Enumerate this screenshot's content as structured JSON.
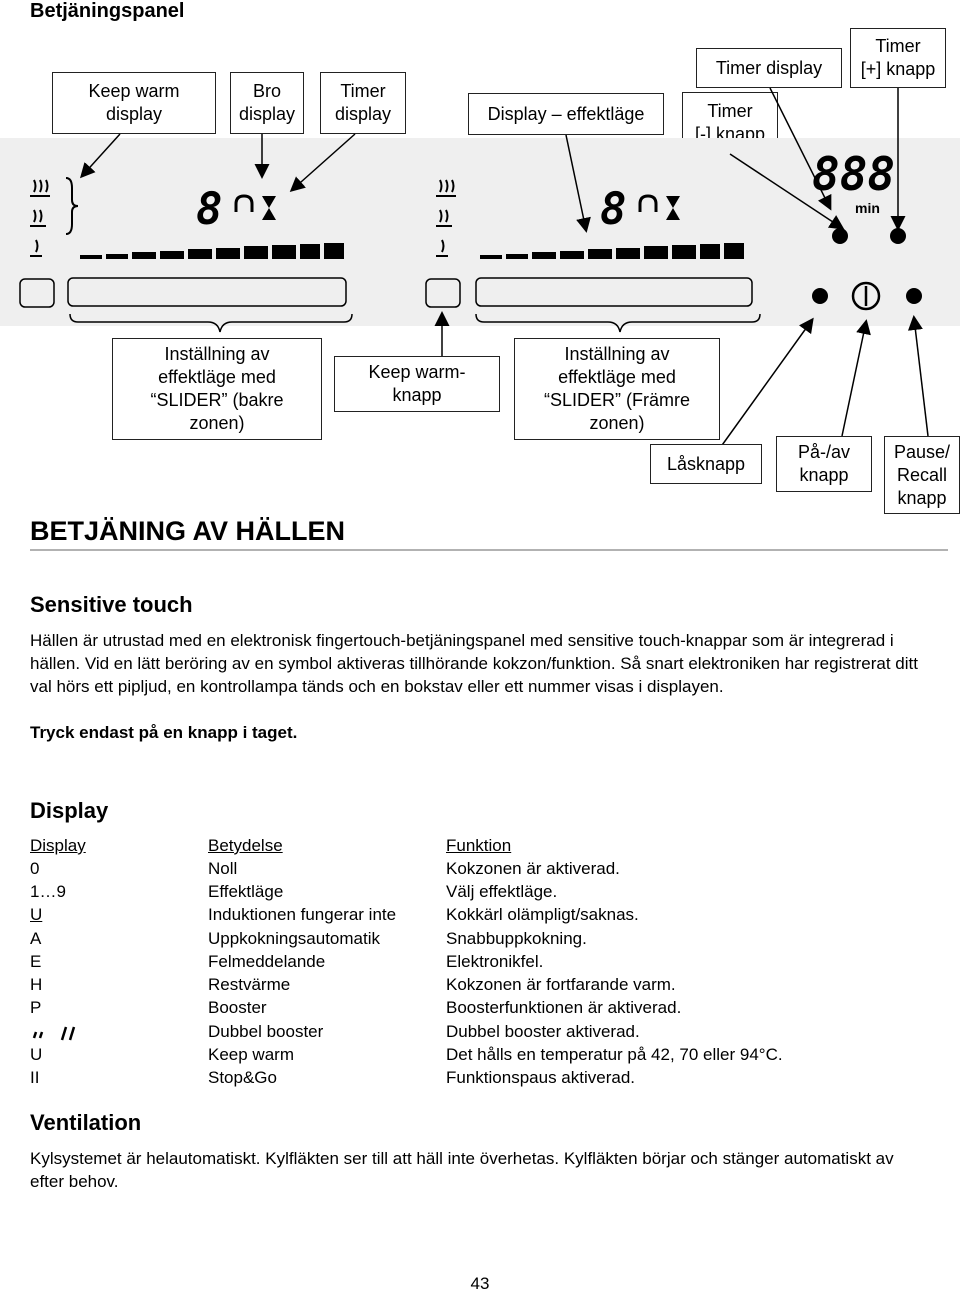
{
  "header": {
    "title": "Betjäningspanel"
  },
  "callouts_top": {
    "keep_warm_display": "Keep warm\ndisplay",
    "bro_display": "Bro\ndisplay",
    "timer_display_left": "Timer\ndisplay",
    "display_effektlage": "Display – effektläge",
    "timer_minus": "Timer\n[-] knapp",
    "timer_display_right": "Timer display",
    "timer_plus": "Timer\n[+] knapp"
  },
  "panel": {
    "timer_unit": "min"
  },
  "callouts_bottom": {
    "slider_back": "Inställning av\neffektläge med\n“SLIDER” (bakre\nzonen)",
    "keep_warm_button": "Keep warm-\nknapp",
    "slider_front": "Inställning av\neffektläge med\n“SLIDER” (Främre\nzonen)",
    "lock_button": "Låsknapp",
    "on_off_button": "På-/av\nknapp",
    "pause_recall": "Pause/\nRecall\nknapp"
  },
  "section_main": {
    "title": "BETJÄNING AV HÄLLEN"
  },
  "sensitive_touch": {
    "title": "Sensitive touch",
    "text": "Hällen är utrustad med en elektronisk fingertouch-betjäningspanel med sensitive touch-knappar som är integrerad i hällen. Vid en lätt beröring av en symbol aktiveras tillhörande kokzon/funktion. Så snart elektroniken har registrerat ditt val hörs ett pipljud, en kontrollampa tänds och en bokstav eller ett nummer visas i displayen.",
    "bold_text": "Tryck endast på en knapp i taget."
  },
  "display_section": {
    "title": "Display",
    "headers": [
      "Display",
      "Betydelse",
      "Funktion"
    ],
    "rows": [
      [
        "0",
        "Noll",
        "Kokzonen är aktiverad."
      ],
      [
        "1…9",
        "Effektläge",
        "Välj effektläge."
      ],
      [
        "U",
        "Induktionen fungerar inte",
        "Kokkärl olämpligt/saknas."
      ],
      [
        "A",
        "Uppkokningsautomatik",
        "Snabbuppkokning."
      ],
      [
        "E",
        "Felmeddelande",
        "Elektronikfel."
      ],
      [
        "H",
        "Restvärme",
        "Kokzonen är fortfarande varm."
      ],
      [
        "P",
        "Booster",
        "Boosterfunktionen är aktiverad."
      ],
      [
        "",
        "Dubbel booster",
        "Dubbel booster aktiverad."
      ],
      [
        "U",
        "Keep warm",
        "Det hålls en temperatur på 42, 70 eller 94°C."
      ],
      [
        "II",
        "Stop&Go",
        "Funktionspaus aktiverad."
      ]
    ]
  },
  "ventilation": {
    "title": "Ventilation",
    "text": "Kylsystemet är helautomatiskt. Kylfläkten ser till att häll inte överhetas. Kylfläkten börjar och stänger automatiskt av efter behov."
  },
  "footer": {
    "page_number": "43"
  }
}
